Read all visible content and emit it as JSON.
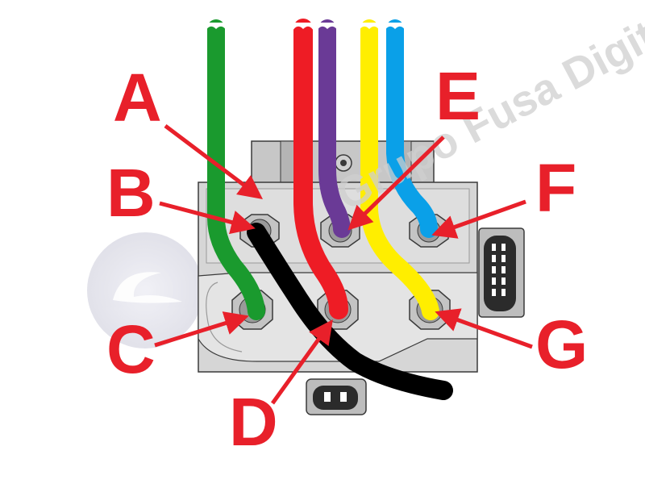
{
  "watermark": {
    "text": "Grupo Fusa Digital",
    "color": "#c8c8c8"
  },
  "callouts": [
    {
      "id": "A",
      "label": "A"
    },
    {
      "id": "B",
      "label": "B"
    },
    {
      "id": "C",
      "label": "C"
    },
    {
      "id": "D",
      "label": "D"
    },
    {
      "id": "E",
      "label": "E"
    },
    {
      "id": "F",
      "label": "F"
    },
    {
      "id": "G",
      "label": "G"
    }
  ],
  "wires": [
    {
      "name": "green",
      "color": "#1a9a2e"
    },
    {
      "name": "red",
      "color": "#ee1c25"
    },
    {
      "name": "purple",
      "color": "#6a3a96"
    },
    {
      "name": "yellow",
      "color": "#ffee00"
    },
    {
      "name": "blue",
      "color": "#0aa0e8"
    },
    {
      "name": "black",
      "color": "#000000"
    }
  ],
  "colors": {
    "callout": "#e8202a",
    "block": "#d9d9d9",
    "block_dark": "#bdbdbd",
    "outline": "#3a3a3a"
  }
}
